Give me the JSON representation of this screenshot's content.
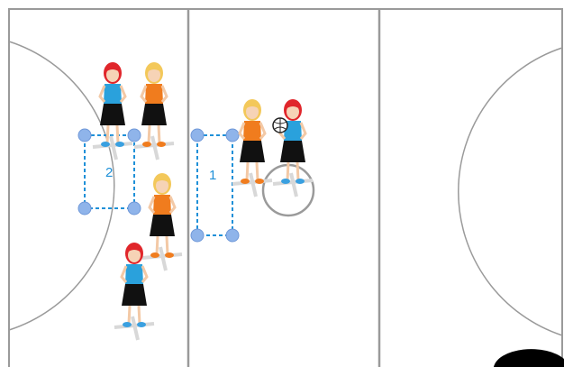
{
  "court": {
    "line_color": "#9a9a9a",
    "background": "#ffffff"
  },
  "zones": [
    {
      "label": "1",
      "color": "#1e90d8",
      "handle_color": "#8fb4ea"
    },
    {
      "label": "2",
      "color": "#1e90d8",
      "handle_color": "#8fb4ea"
    }
  ],
  "players": [
    {
      "name": "player-red-hair-blue-top",
      "hair": "#e0262b",
      "top": "#2aa1dc",
      "skirt": "#111111"
    },
    {
      "name": "player-blonde-orange-top",
      "hair": "#f3c85a",
      "top": "#f07c1e",
      "skirt": "#111111"
    }
  ],
  "ball": {
    "icon": "volleyball-icon"
  },
  "target_circle": {
    "icon": "target-circle-icon"
  }
}
